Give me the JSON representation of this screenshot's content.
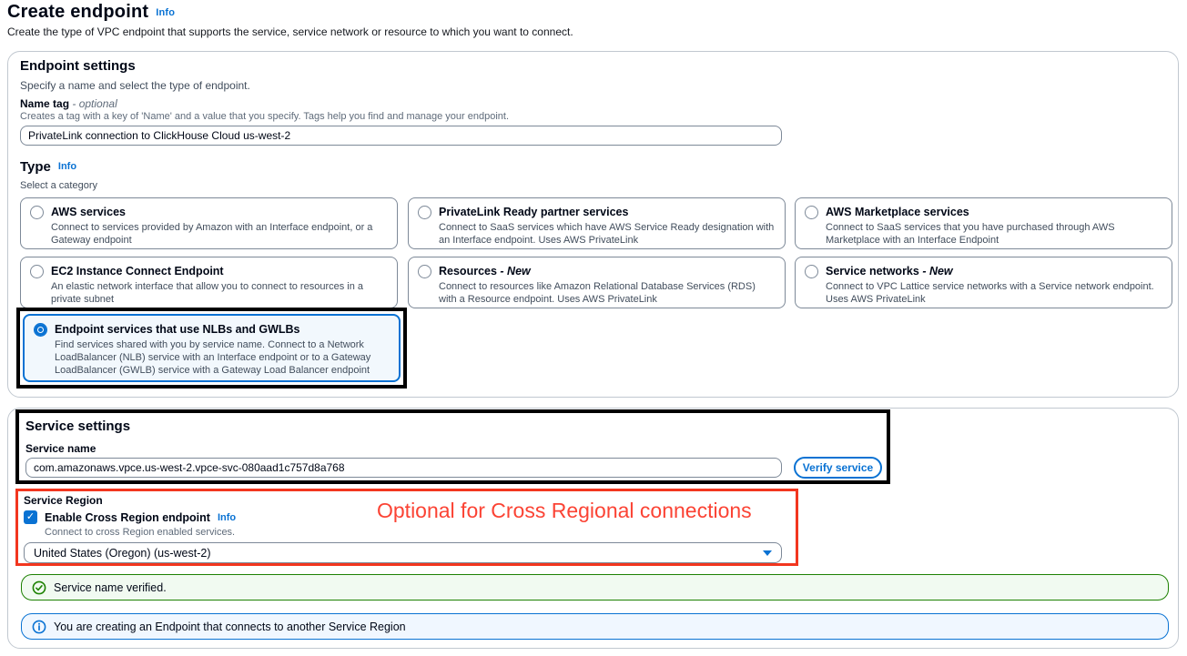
{
  "page": {
    "title": "Create endpoint",
    "info_label": "Info",
    "subtitle": "Create the type of VPC endpoint that supports the service, service network or resource to which you want to connect."
  },
  "endpoint_settings": {
    "title": "Endpoint settings",
    "subtitle": "Specify a name and select the type of endpoint.",
    "name_tag": {
      "label": "Name tag",
      "optional_suffix": " - optional",
      "description": "Creates a tag with a key of 'Name' and a value that you specify. Tags help you find and manage your endpoint.",
      "value": "PrivateLink connection to ClickHouse Cloud us-west-2"
    },
    "type": {
      "label": "Type",
      "info_label": "Info",
      "subtitle": "Select a category",
      "options": [
        {
          "label": "AWS services",
          "description": "Connect to services provided by Amazon with an Interface endpoint, or a Gateway endpoint",
          "selected": false
        },
        {
          "label": "PrivateLink Ready partner services",
          "description": "Connect to SaaS services which have AWS Service Ready designation with an Interface endpoint. Uses AWS PrivateLink",
          "selected": false
        },
        {
          "label": "AWS Marketplace services",
          "description": "Connect to SaaS services that you have purchased through AWS Marketplace with an Interface Endpoint",
          "selected": false
        },
        {
          "label": "EC2 Instance Connect Endpoint",
          "description": "An elastic network interface that allow you to connect to resources in a private subnet",
          "selected": false
        },
        {
          "label": "Resources ",
          "new_suffix": "- New",
          "description": "Connect to resources like Amazon Relational Database Services (RDS) with a Resource endpoint. Uses AWS PrivateLink",
          "selected": false
        },
        {
          "label": "Service networks ",
          "new_suffix": "- New",
          "description": "Connect to VPC Lattice service networks with a Service network endpoint. Uses AWS PrivateLink",
          "selected": false
        },
        {
          "label": "Endpoint services that use NLBs and GWLBs",
          "description": "Find services shared with you by service name. Connect to a Network LoadBalancer (NLB) service with an Interface endpoint or to a Gateway LoadBalancer (GWLB) service with a Gateway Load Balancer endpoint",
          "selected": true
        }
      ]
    }
  },
  "service_settings": {
    "title": "Service settings",
    "service_name": {
      "label": "Service name",
      "value": "com.amazonaws.vpce.us-west-2.vpce-svc-080aad1c757d8a768"
    },
    "verify_button_label": "Verify service",
    "service_region": {
      "label": "Service Region",
      "checkbox_label": "Enable Cross Region endpoint",
      "checkbox_checked": true,
      "info_label": "Info",
      "description": "Connect to cross Region enabled services.",
      "selected_region": "United States (Oregon) (us-west-2)"
    },
    "annotation": "Optional for Cross Regional connections",
    "messages": {
      "success": "Service name verified.",
      "info": "You are creating an Endpoint that connects to another Service Region"
    }
  },
  "colors": {
    "accent_blue": "#0972d3",
    "success_green": "#1d8102",
    "annotation_red": "#fb4334",
    "highlight_frame_black": "#000000",
    "highlight_frame_red": "#f2361f",
    "selected_tile_bg": "#f2f8fd"
  }
}
